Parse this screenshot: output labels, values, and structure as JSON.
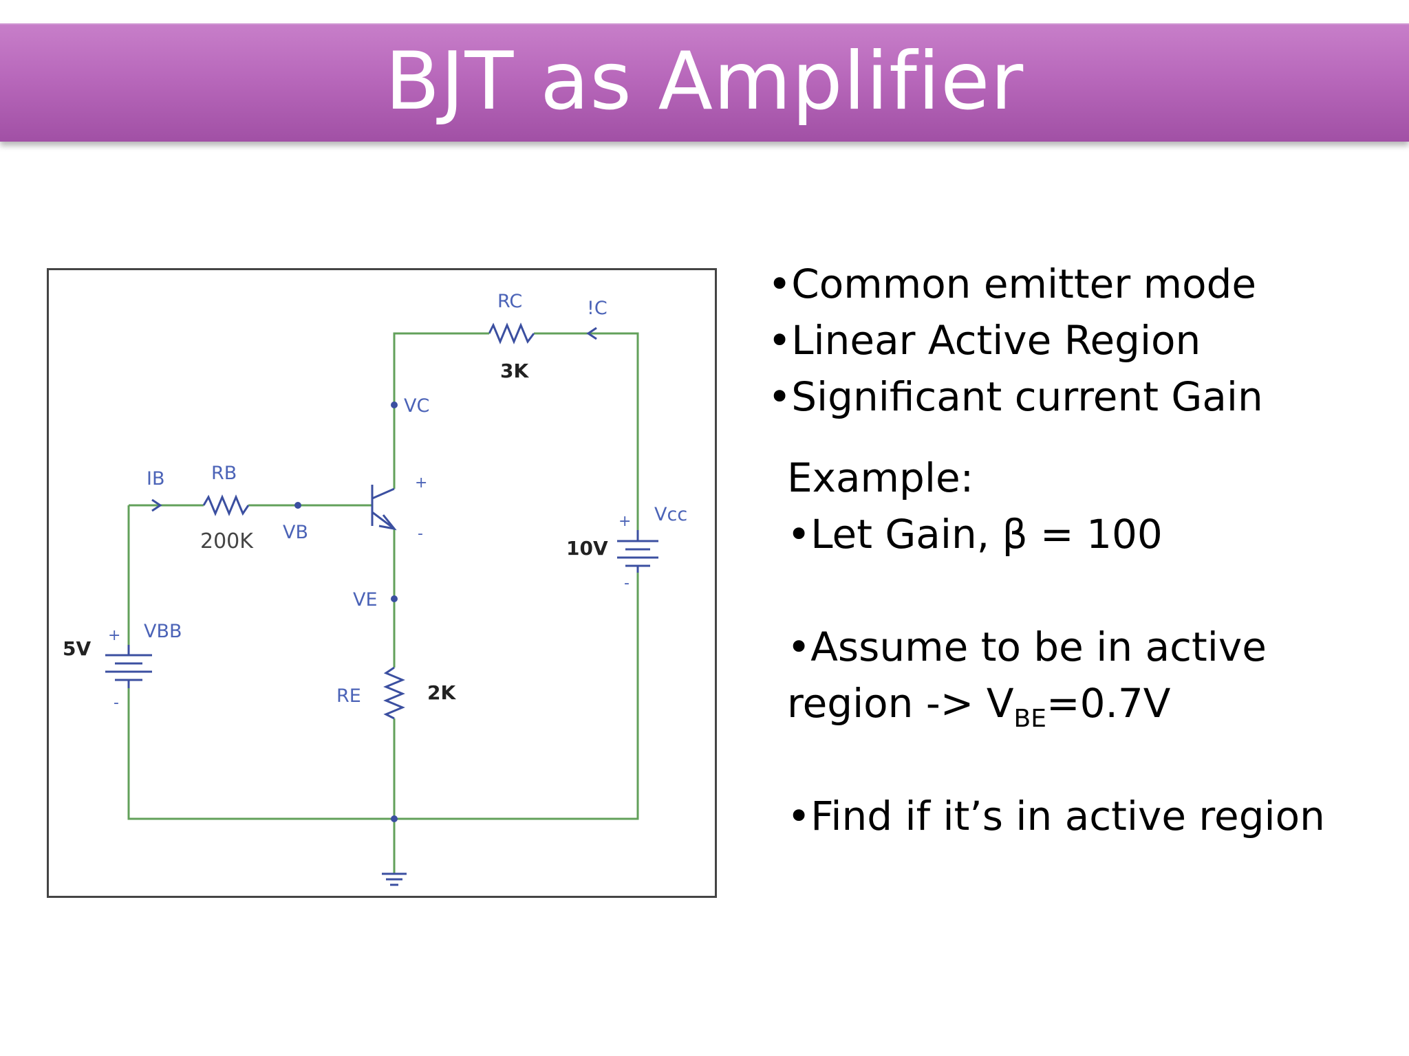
{
  "slide": {
    "title": "BJT as Amplifier"
  },
  "bullets": [
    "•Common emitter mode",
    "•Linear Active Region",
    "•Significant current Gain"
  ],
  "example": {
    "heading": "Example:",
    "let_line": "•Let   Gain, β = 100",
    "assume_line1": "•Assume to be in active",
    "assume_line2_prefix": "region -> V",
    "assume_line2_sub": "BE",
    "assume_line2_suffix": "=0.7V",
    "find_line": "•Find if it’s in active region"
  },
  "circuit": {
    "labels": {
      "rc": "RC",
      "ic": "!C",
      "rc_value": "3K",
      "vc": "VC",
      "ib": "IB",
      "rb": "RB",
      "rb_value": "200K",
      "vb": "VB",
      "plus_ce": "+",
      "minus_ce": "-",
      "vcc": "Vcc",
      "vcc_value": "10V",
      "vcc_plus": "+",
      "vcc_minus": "-",
      "ve": "VE",
      "vbb": "VBB",
      "vbb_value": "5V",
      "vbb_plus": "+",
      "vbb_minus": "-",
      "re": "RE",
      "re_value": "2K"
    },
    "colors": {
      "wire": "#62a05a",
      "component": "#3b4fa0",
      "label": "#4b63b7"
    }
  }
}
